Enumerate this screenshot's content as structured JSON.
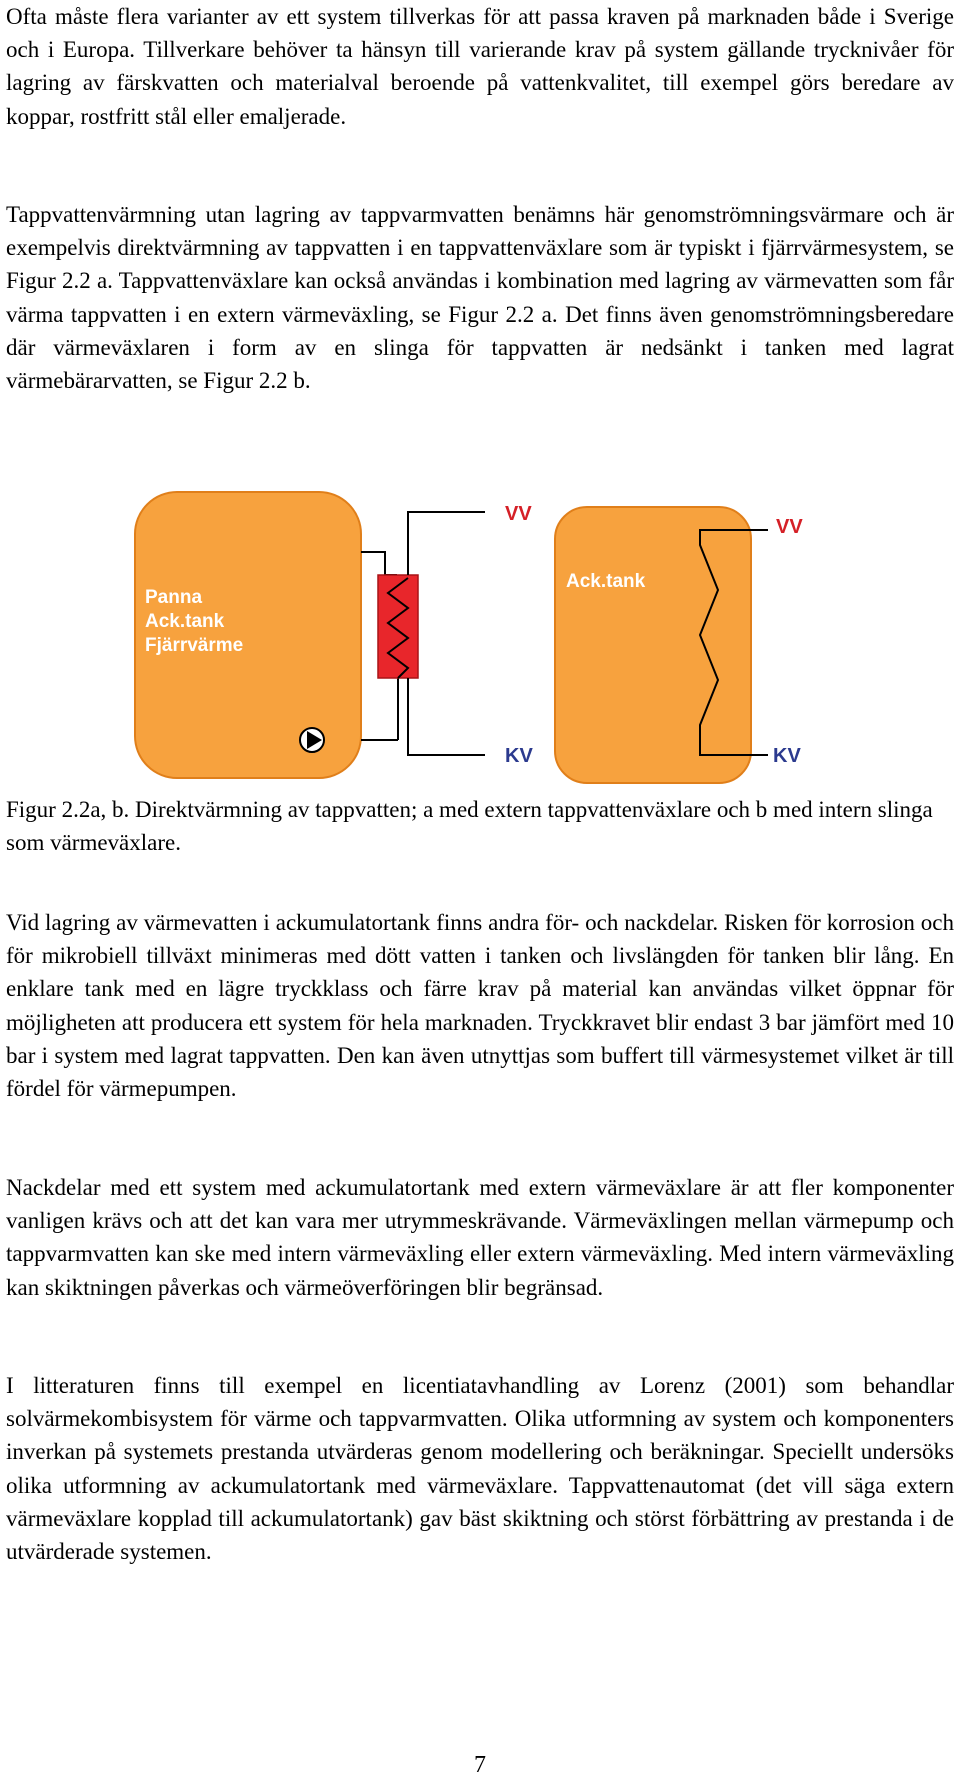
{
  "paragraphs": {
    "p1": "Ofta måste flera varianter av ett system tillverkas för att passa kraven på marknaden både i Sverige och i Europa. Tillverkare behöver ta hänsyn till varierande krav på system gällande trycknivåer för lagring av färskvatten och materialval beroende på vattenkvalitet, till exempel görs beredare av koppar, rostfritt stål eller emaljerade.",
    "p2": "Tappvattenvärmning utan lagring av tappvarmvatten benämns här genomströmningsvärmare och är exempelvis direktvärmning av tappvatten i en tappvattenväxlare som är typiskt i fjärrvärmesystem, se Figur 2.2 a. Tappvattenväxlare kan också användas i kombination med lagring av värmevatten som får värma tappvatten i en extern värmeväxling, se Figur 2.2 a. Det finns även genomströmningsberedare där värmeväxlaren i form av en slinga för tappvatten är nedsänkt i tanken med lagrat värmebärarvatten, se Figur 2.2 b.",
    "p3": "Vid lagring av värmevatten i ackumulatortank finns andra för- och nackdelar. Risken för korrosion och för mikrobiell tillväxt minimeras med dött vatten i tanken och livslängden för tanken blir lång. En enklare tank med en lägre tryckklass och färre krav på material kan användas vilket öppnar för möjligheten att producera ett system för hela marknaden. Tryckkravet blir endast 3 bar jämfört med 10 bar i system med lagrat tappvatten. Den kan även utnyttjas som buffert till värmesystemet vilket är till fördel för värmepumpen.",
    "p4": "Nackdelar med ett system med ackumulatortank med extern värmeväxlare är att fler komponenter vanligen krävs och att det kan vara mer utrymmeskrävande. Värmeväxlingen mellan värmepump och tappvarmvatten kan ske med intern värmeväxling eller extern värmeväxling. Med intern värmeväxling kan skiktningen påverkas och värmeöverföringen blir begränsad.",
    "p5": "I litteraturen finns till exempel en licentiatavhandling av Lorenz (2001) som behandlar solvärmekombisystem för värme och tappvarmvatten. Olika utformning av system och komponenters inverkan på systemets prestanda utvärderas genom modellering och beräkningar. Speciellt undersöks olika utformning av ackumulatortank med värmeväxlare. Tappvattenautomat (det vill säga extern värmeväxlare kopplad till ackumulatortank) gav bäst skiktning och störst förbättring av prestanda i de utvärderade systemen."
  },
  "figure": {
    "tank_a_label_line1": "Panna",
    "tank_a_label_line2": "Ack.tank",
    "tank_a_label_line3": "Fjärrvärme",
    "tank_b_label": "Ack.tank",
    "vv_a": "VV",
    "kv_a": "KV",
    "vv_b": "VV",
    "kv_b": "KV",
    "caption": "Figur 2.2a, b. Direktvärmning av tappvatten; a med extern tappvattenväxlare och b med intern slinga som värmeväxlare.",
    "colors": {
      "tank": "#F7A23E",
      "tank_stroke": "#E07F1A",
      "exchanger": "#E8262B",
      "label_red": "#D52027",
      "label_blue": "#2B3A8E",
      "tank_text": "#FFFFFF"
    }
  },
  "page_number": "7"
}
